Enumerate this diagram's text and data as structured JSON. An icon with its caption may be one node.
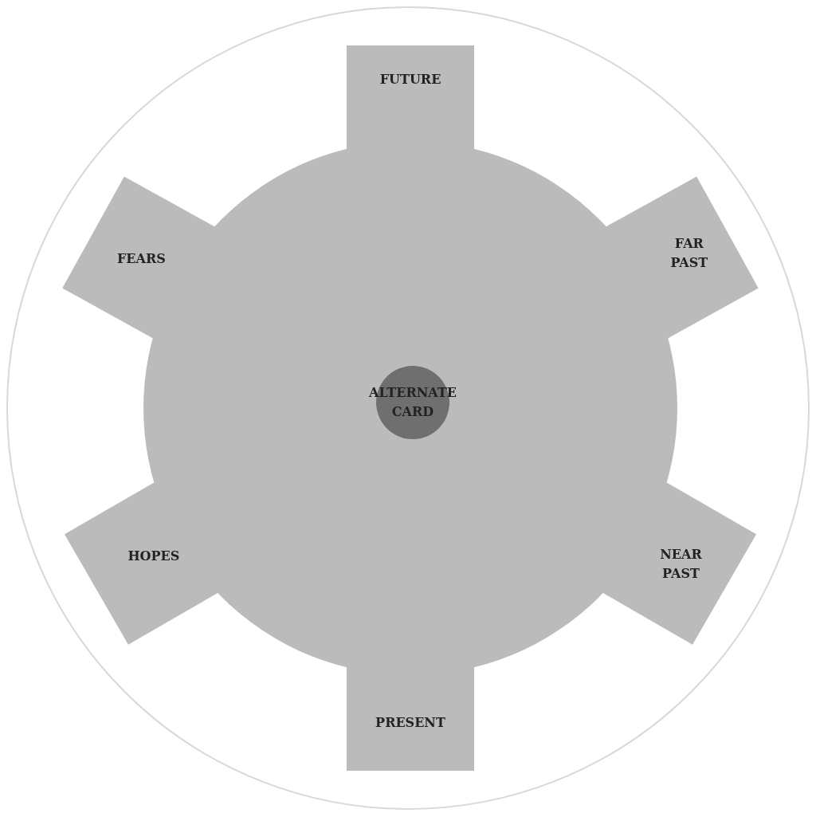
{
  "diagram": {
    "nodes": [
      {
        "text": [
          "FUTURE"
        ]
      },
      {
        "text": [
          "FEARS"
        ]
      },
      {
        "text": [
          "FAR PAST"
        ]
      },
      {
        "text": [
          "ALTERNATE CARD"
        ]
      },
      {
        "text": [
          "HOPES"
        ]
      },
      {
        "text": [
          "NEAR PAST"
        ]
      },
      {
        "text": [
          "PRESENT"
        ]
      }
    ]
  }
}
